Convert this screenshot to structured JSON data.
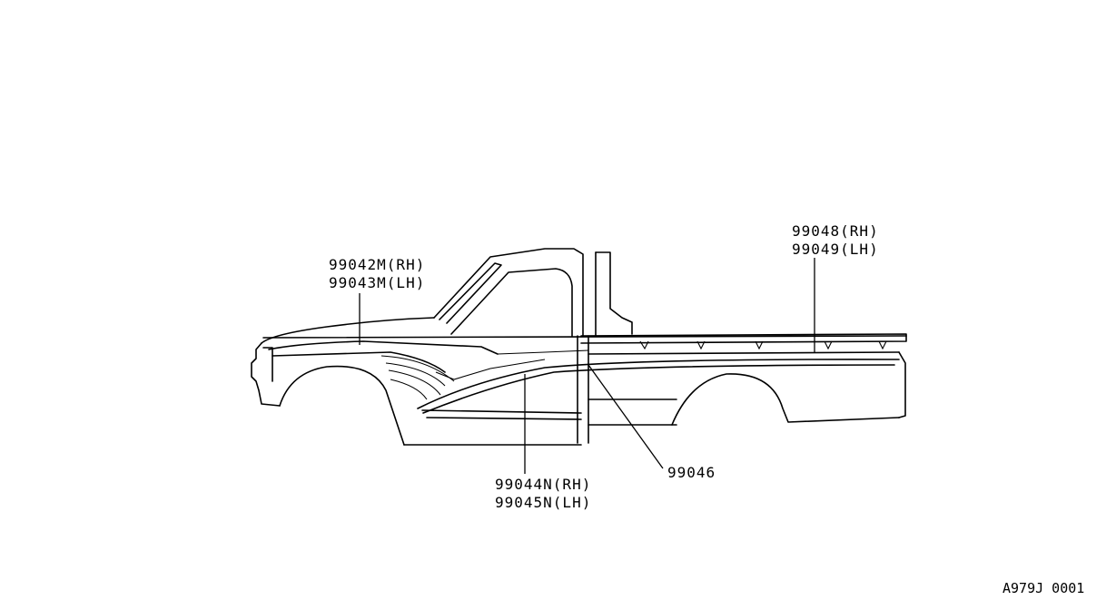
{
  "callouts": {
    "front_stripe_rh": "99042M(RH)",
    "front_stripe_lh": "99043M(LH)",
    "door_stripe_rh": "99044N(RH)",
    "door_stripe_lh": "99045N(LH)",
    "center_stripe": "99046",
    "bed_stripe_rh": "99048(RH)",
    "bed_stripe_lh": "99049(LH)"
  },
  "figure_id": "A979J 0001"
}
